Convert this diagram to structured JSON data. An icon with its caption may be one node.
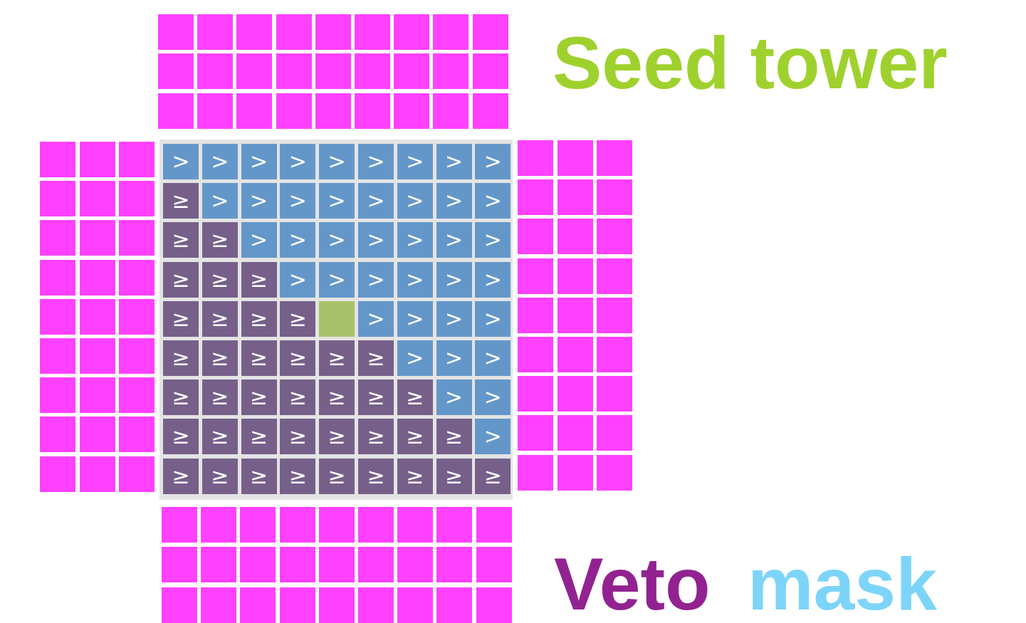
{
  "diagram": {
    "nodes": [
      {
        "text": [],
        "shape": "box"
      },
      {
        "text": [],
        "shape": "box"
      },
      {
        "text": [],
        "shape": "box"
      },
      {
        "text": [],
        "shape": "box"
      },
      {
        "text": [],
        "shape": "box"
      },
      {
        "text": [],
        "shape": "box"
      },
      {
        "text": [],
        "shape": "box"
      },
      {
        "text": [],
        "shape": "box"
      },
      {
        "text": [],
        "shape": "box"
      },
      {
        "text": [],
        "shape": "box"
      },
      {
        "text": [],
        "shape": "box"
      },
      {
        "text": [],
        "shape": "box"
      },
      {
        "text": [],
        "shape": "box"
      },
      {
        "text": [],
        "shape": "box"
      },
      {
        "text": [],
        "shape": "box"
      },
      {
        "text": [],
        "shape": "box"
      },
      {
        "text": [],
        "shape": "box"
      },
      {
        "text": [],
        "shape": "box"
      },
      {
        "text": [],
        "shape": "box"
      },
      {
        "text": [],
        "shape": "box"
      },
      {
        "text": [],
        "shape": "box"
      },
      {
        "text": [],
        "shape": "box"
      },
      {
        "text": [],
        "shape": "box"
      },
      {
        "text": [],
        "shape": "box"
      },
      {
        "text": [],
        "shape": "box"
      },
      {
        "text": [],
        "shape": "box"
      },
      {
        "text": [],
        "shape": "box"
      },
      {
        "text": [],
        "shape": "box"
      },
      {
        "text": [],
        "shape": "box"
      },
      {
        "text": [],
        "shape": "box"
      },
      {
        "text": [
          ">"
        ]
      },
      {
        "text": [
          ">"
        ]
      },
      {
        "text": [
          ">"
        ]
      },
      {
        "text": [
          ">"
        ]
      },
      {
        "text": [
          ">"
        ]
      },
      {
        "text": [
          ">"
        ]
      },
      {
        "text": [
          ">"
        ]
      },
      {
        "text": [
          ">"
        ]
      },
      {
        "text": [
          ">"
        ]
      },
      {
        "text": [],
        "shape": "box"
      },
      {
        "text": [],
        "shape": "box"
      },
      {
        "text": [],
        "shape": "box"
      },
      {
        "text": [],
        "shape": "box"
      },
      {
        "text": [],
        "shape": "box"
      },
      {
        "text": [],
        "shape": "box"
      },
      {
        "text": [
          "≥"
        ]
      },
      {
        "text": [
          ">"
        ]
      },
      {
        "text": [
          ">"
        ]
      },
      {
        "text": [
          ">"
        ]
      },
      {
        "text": [
          ">"
        ]
      },
      {
        "text": [
          ">"
        ]
      },
      {
        "text": [
          ">"
        ]
      },
      {
        "text": [
          ">"
        ]
      },
      {
        "text": [
          ">"
        ]
      },
      {
        "text": [],
        "shape": "box"
      },
      {
        "text": [],
        "shape": "box"
      },
      {
        "text": [],
        "shape": "box"
      },
      {
        "text": [],
        "shape": "box"
      },
      {
        "text": [],
        "shape": "box"
      },
      {
        "text": [],
        "shape": "box"
      },
      {
        "text": [
          "≥"
        ]
      },
      {
        "text": [
          "≥"
        ]
      },
      {
        "text": [
          ">"
        ]
      },
      {
        "text": [
          ">"
        ]
      },
      {
        "text": [
          ">"
        ]
      },
      {
        "text": [
          ">"
        ]
      },
      {
        "text": [
          ">"
        ]
      },
      {
        "text": [
          ">"
        ]
      },
      {
        "text": [
          ">"
        ]
      },
      {
        "text": [],
        "shape": "box"
      },
      {
        "text": [],
        "shape": "box"
      },
      {
        "text": [],
        "shape": "box"
      },
      {
        "text": [],
        "shape": "box"
      },
      {
        "text": [],
        "shape": "box"
      },
      {
        "text": [],
        "shape": "box"
      },
      {
        "text": [
          "≥"
        ]
      },
      {
        "text": [
          "≥"
        ]
      },
      {
        "text": [
          "≥"
        ]
      },
      {
        "text": [
          ">"
        ]
      },
      {
        "text": [
          ">"
        ]
      },
      {
        "text": [
          ">"
        ]
      },
      {
        "text": [
          ">"
        ]
      },
      {
        "text": [
          ">"
        ]
      },
      {
        "text": [
          ">"
        ]
      },
      {
        "text": [],
        "shape": "box"
      },
      {
        "text": [],
        "shape": "box"
      },
      {
        "text": [],
        "shape": "box"
      },
      {
        "text": [],
        "shape": "box"
      },
      {
        "text": [],
        "shape": "box"
      },
      {
        "text": [],
        "shape": "box"
      },
      {
        "text": [
          "≥"
        ]
      },
      {
        "text": [
          "≥"
        ]
      },
      {
        "text": [
          "≥"
        ]
      },
      {
        "text": [
          "≥"
        ]
      },
      {
        "text": [],
        "shape": "box"
      },
      {
        "text": [
          ">"
        ]
      },
      {
        "text": [
          ">"
        ]
      },
      {
        "text": [
          ">"
        ]
      },
      {
        "text": [
          ">"
        ]
      },
      {
        "text": [],
        "shape": "box"
      },
      {
        "text": [],
        "shape": "box"
      },
      {
        "text": [],
        "shape": "box"
      },
      {
        "text": [],
        "shape": "box"
      },
      {
        "text": [],
        "shape": "box"
      },
      {
        "text": [],
        "shape": "box"
      },
      {
        "text": [
          "≥"
        ]
      },
      {
        "text": [
          "≥"
        ]
      },
      {
        "text": [
          "≥"
        ]
      },
      {
        "text": [
          "≥"
        ]
      },
      {
        "text": [
          "≥"
        ]
      },
      {
        "text": [
          "≥"
        ]
      },
      {
        "text": [
          ">"
        ]
      },
      {
        "text": [
          ">"
        ]
      },
      {
        "text": [
          ">"
        ]
      },
      {
        "text": [],
        "shape": "box"
      },
      {
        "text": [],
        "shape": "box"
      },
      {
        "text": [],
        "shape": "box"
      },
      {
        "text": [],
        "shape": "box"
      },
      {
        "text": [],
        "shape": "box"
      },
      {
        "text": [],
        "shape": "box"
      },
      {
        "text": [
          "≥"
        ]
      },
      {
        "text": [
          "≥"
        ]
      },
      {
        "text": [
          "≥"
        ]
      },
      {
        "text": [
          "≥"
        ]
      },
      {
        "text": [
          "≥"
        ]
      },
      {
        "text": [
          "≥"
        ]
      },
      {
        "text": [
          "≥"
        ]
      },
      {
        "text": [
          ">"
        ]
      },
      {
        "text": [
          ">"
        ]
      },
      {
        "text": [],
        "shape": "box"
      },
      {
        "text": [],
        "shape": "box"
      },
      {
        "text": [],
        "shape": "box"
      },
      {
        "text": [],
        "shape": "box"
      },
      {
        "text": [],
        "shape": "box"
      },
      {
        "text": [],
        "shape": "box"
      },
      {
        "text": [
          "≥"
        ]
      },
      {
        "text": [
          "≥"
        ]
      },
      {
        "text": [
          "≥"
        ]
      },
      {
        "text": [
          "≥"
        ]
      },
      {
        "text": [
          "≥"
        ]
      },
      {
        "text": [
          "≥"
        ]
      },
      {
        "text": [
          "≥"
        ]
      },
      {
        "text": [
          "≥"
        ]
      },
      {
        "text": [
          ">"
        ]
      },
      {
        "text": [],
        "shape": "box"
      },
      {
        "text": [],
        "shape": "box"
      },
      {
        "text": [],
        "shape": "box"
      },
      {
        "text": [],
        "shape": "box"
      },
      {
        "text": [],
        "shape": "box"
      },
      {
        "text": [],
        "shape": "box"
      },
      {
        "text": [
          "≥"
        ]
      },
      {
        "text": [
          "≥"
        ]
      },
      {
        "text": [
          "≥"
        ]
      },
      {
        "text": [
          "≥"
        ]
      },
      {
        "text": [
          "≥"
        ]
      },
      {
        "text": [
          "≥"
        ]
      },
      {
        "text": [
          "≥"
        ]
      },
      {
        "text": [
          "≥"
        ]
      },
      {
        "text": [
          "≥"
        ]
      },
      {
        "text": [],
        "shape": "box"
      },
      {
        "text": [],
        "shape": "box"
      },
      {
        "text": [],
        "shape": "box"
      },
      {
        "text": [],
        "shape": "box"
      },
      {
        "text": [],
        "shape": "box"
      },
      {
        "text": [],
        "shape": "box"
      },
      {
        "text": [],
        "shape": "box"
      },
      {
        "text": [],
        "shape": "box"
      },
      {
        "text": [],
        "shape": "box"
      },
      {
        "text": [],
        "shape": "box"
      },
      {
        "text": [],
        "shape": "box"
      },
      {
        "text": [],
        "shape": "box"
      },
      {
        "text": [],
        "shape": "box"
      },
      {
        "text": [],
        "shape": "box"
      },
      {
        "text": [],
        "shape": "box"
      },
      {
        "text": [],
        "shape": "box"
      },
      {
        "text": [],
        "shape": "box"
      },
      {
        "text": [],
        "shape": "box"
      },
      {
        "text": [],
        "shape": "box"
      },
      {
        "text": [],
        "shape": "box"
      },
      {
        "text": [],
        "shape": "box"
      },
      {
        "text": [],
        "shape": "box"
      },
      {
        "text": [],
        "shape": "box"
      },
      {
        "text": [],
        "shape": "box"
      },
      {
        "text": [],
        "shape": "box"
      },
      {
        "text": [],
        "shape": "box"
      },
      {
        "text": [],
        "shape": "box"
      },
      {
        "text": [],
        "shape": "box"
      },
      {
        "text": [],
        "shape": "box"
      },
      {
        "text": [],
        "shape": "box"
      }
    ],
    "labels": [
      "Seed tower",
      "Veto",
      "mask"
    ]
  }
}
